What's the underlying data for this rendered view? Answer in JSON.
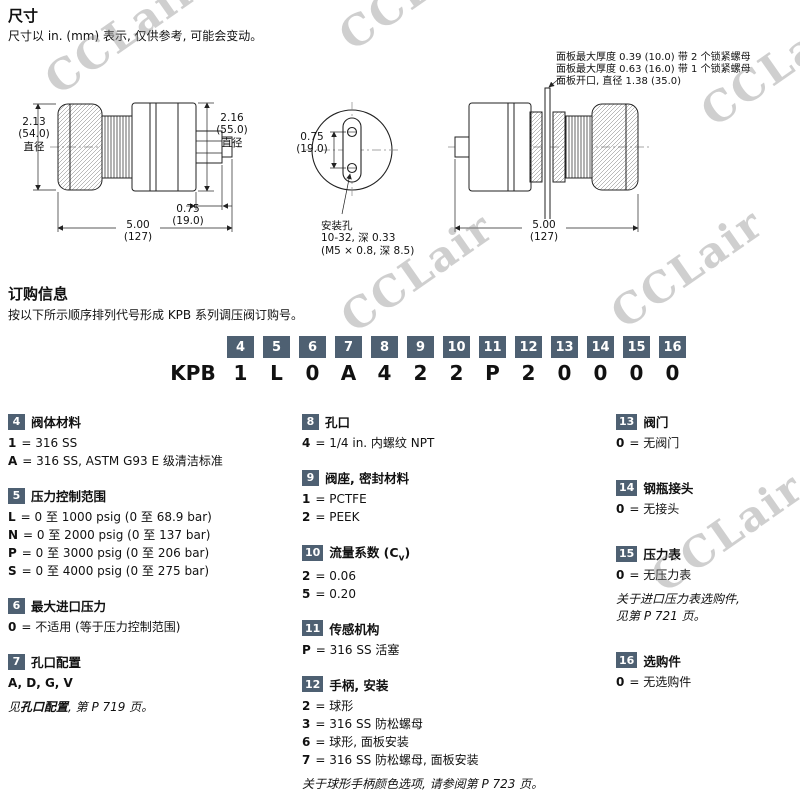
{
  "watermark": {
    "text": "CCLair"
  },
  "dims": {
    "title": "尺寸",
    "subtitle": "尺寸以 in. (mm) 表示, 仅供参考, 可能会变动。",
    "left": {
      "dia_left": "2.13\n(54.0)\n直径",
      "dia_right": "2.16\n(55.0)\n直径",
      "len": "5.00\n(127)",
      "offset": "0.75\n(19.0)"
    },
    "face": {
      "spacing": "0.75\n(19.0)",
      "holes": "安装孔\n10-32, 深 0.33\n(M5 × 0.8, 深 8.5)"
    },
    "panel": {
      "note1": "面板最大厚度 0.39 (10.0) 带 2 个锁紧螺母",
      "note2": "面板最大厚度 0.63 (16.0) 带 1 个锁紧螺母",
      "note3": "面板开口, 直径 1.38 (35.0)",
      "len": "5.00\n(127)"
    }
  },
  "ordering": {
    "title": "订购信息",
    "intro": "按以下所示顺序排列代号形成 KPB 系列调压阀订购号。",
    "prefix": "KPB",
    "positions": [
      {
        "num": "4",
        "code": "1"
      },
      {
        "num": "5",
        "code": "L"
      },
      {
        "num": "6",
        "code": "0"
      },
      {
        "num": "7",
        "code": "A"
      },
      {
        "num": "8",
        "code": "4"
      },
      {
        "num": "9",
        "code": "2"
      },
      {
        "num": "10",
        "code": "2"
      },
      {
        "num": "11",
        "code": "P"
      },
      {
        "num": "12",
        "code": "2"
      },
      {
        "num": "13",
        "code": "0"
      },
      {
        "num": "14",
        "code": "0"
      },
      {
        "num": "15",
        "code": "0"
      },
      {
        "num": "16",
        "code": "0"
      }
    ]
  },
  "sections": {
    "s4": {
      "num": "4",
      "title": "阀体材料",
      "options": [
        {
          "code": "1",
          "desc": "= 316 SS"
        },
        {
          "code": "A",
          "desc": "= 316 SS, ASTM G93 E 级清洁标准"
        }
      ]
    },
    "s5": {
      "num": "5",
      "title": "压力控制范围",
      "options": [
        {
          "code": "L",
          "desc": "= 0 至 1000 psig (0 至 68.9 bar)"
        },
        {
          "code": "N",
          "desc": "= 0 至 2000 psig (0 至 137 bar)"
        },
        {
          "code": "P",
          "desc": "= 0 至 3000 psig (0 至 206 bar)"
        },
        {
          "code": "S",
          "desc": "= 0 至 4000 psig (0 至 275 bar)"
        }
      ]
    },
    "s6": {
      "num": "6",
      "title": "最大进口压力",
      "options": [
        {
          "code": "0",
          "desc": "= 不适用 (等于压力控制范围)"
        }
      ]
    },
    "s7": {
      "num": "7",
      "title": "孔口配置",
      "codes": "A, D, G, V",
      "note1": "见",
      "note2": "孔口配置",
      "note3": ", 第 P 719 页。"
    },
    "s8": {
      "num": "8",
      "title": "孔口",
      "options": [
        {
          "code": "4",
          "desc": "= 1/4 in. 内螺纹 NPT"
        }
      ]
    },
    "s9": {
      "num": "9",
      "title": "阀座, 密封材料",
      "options": [
        {
          "code": "1",
          "desc": "= PCTFE"
        },
        {
          "code": "2",
          "desc": "= PEEK"
        }
      ]
    },
    "s10": {
      "num": "10",
      "title": "流量系数 (C",
      "sub": "v",
      "titleEnd": ")",
      "options": [
        {
          "code": "2",
          "desc": "= 0.06"
        },
        {
          "code": "5",
          "desc": "= 0.20"
        }
      ]
    },
    "s11": {
      "num": "11",
      "title": "传感机构",
      "options": [
        {
          "code": "P",
          "desc": "= 316 SS 活塞"
        }
      ]
    },
    "s12": {
      "num": "12",
      "title": "手柄, 安装",
      "options": [
        {
          "code": "2",
          "desc": "= 球形"
        },
        {
          "code": "3",
          "desc": "= 316 SS 防松螺母"
        },
        {
          "code": "6",
          "desc": "= 球形, 面板安装"
        },
        {
          "code": "7",
          "desc": "= 316 SS 防松螺母, 面板安装"
        }
      ],
      "note": "关于球形手柄颜色选项, 请参阅第 P 723 页。"
    },
    "s13": {
      "num": "13",
      "title": "阀门",
      "options": [
        {
          "code": "0",
          "desc": "= 无阀门"
        }
      ]
    },
    "s14": {
      "num": "14",
      "title": "钢瓶接头",
      "options": [
        {
          "code": "0",
          "desc": "= 无接头"
        }
      ]
    },
    "s15": {
      "num": "15",
      "title": "压力表",
      "options": [
        {
          "code": "0",
          "desc": "= 无压力表"
        }
      ],
      "note": "关于进口压力表选购件,\n见第 P 721 页。"
    },
    "s16": {
      "num": "16",
      "title": "选购件",
      "options": [
        {
          "code": "0",
          "desc": "= 无选购件"
        }
      ]
    }
  }
}
